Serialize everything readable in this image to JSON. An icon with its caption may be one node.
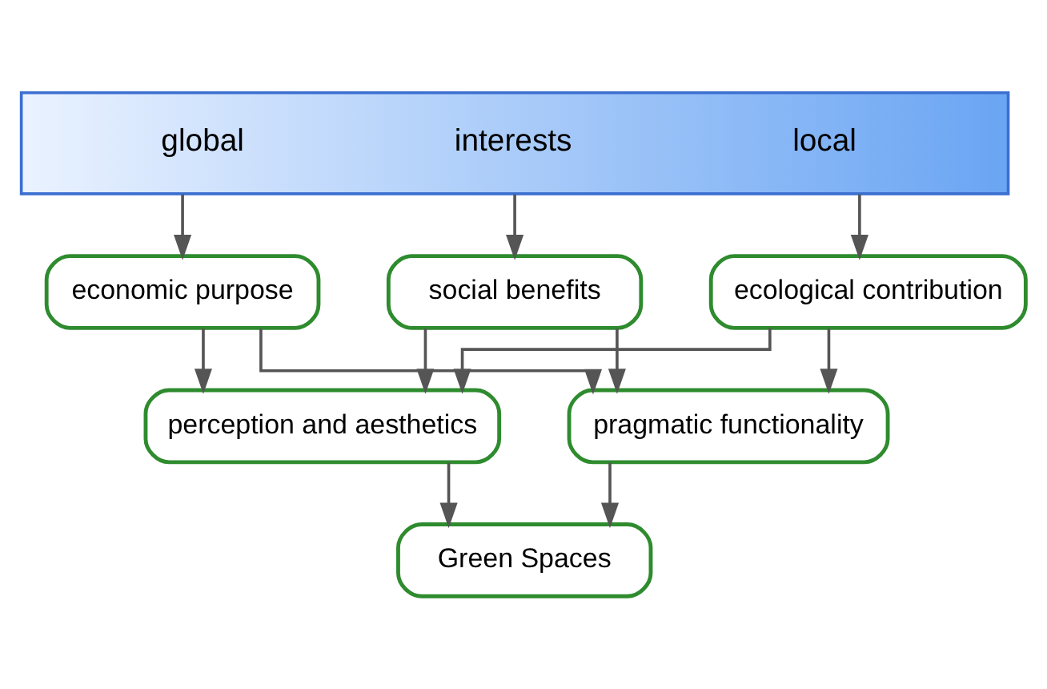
{
  "diagram": {
    "nodes": [
      {
        "text": [
          "global",
          "interests",
          "local"
        ]
      },
      {
        "text": [
          "economic purpose"
        ]
      },
      {
        "text": [
          "social benefits"
        ]
      },
      {
        "text": [
          "ecological contribution"
        ]
      },
      {
        "text": [
          "perception and aesthetics"
        ]
      },
      {
        "text": [
          "pragmatic functionality"
        ]
      },
      {
        "text": [
          "Green Spaces"
        ]
      }
    ],
    "edges": [
      {
        "from": 0,
        "to": 1,
        "arrow": "to"
      },
      {
        "from": 0,
        "to": 2,
        "arrow": "to"
      },
      {
        "from": 0,
        "to": 3,
        "arrow": "to"
      },
      {
        "from": 1,
        "to": 4,
        "arrow": "to"
      },
      {
        "from": 1,
        "to": 5,
        "arrow": "to"
      },
      {
        "from": 2,
        "to": 4,
        "arrow": "to"
      },
      {
        "from": 2,
        "to": 5,
        "arrow": "to"
      },
      {
        "from": 3,
        "to": 4,
        "arrow": "to"
      },
      {
        "from": 3,
        "to": 5,
        "arrow": "to"
      },
      {
        "from": 4,
        "to": 6,
        "arrow": "to"
      },
      {
        "from": 5,
        "to": 6,
        "arrow": "to"
      }
    ]
  }
}
